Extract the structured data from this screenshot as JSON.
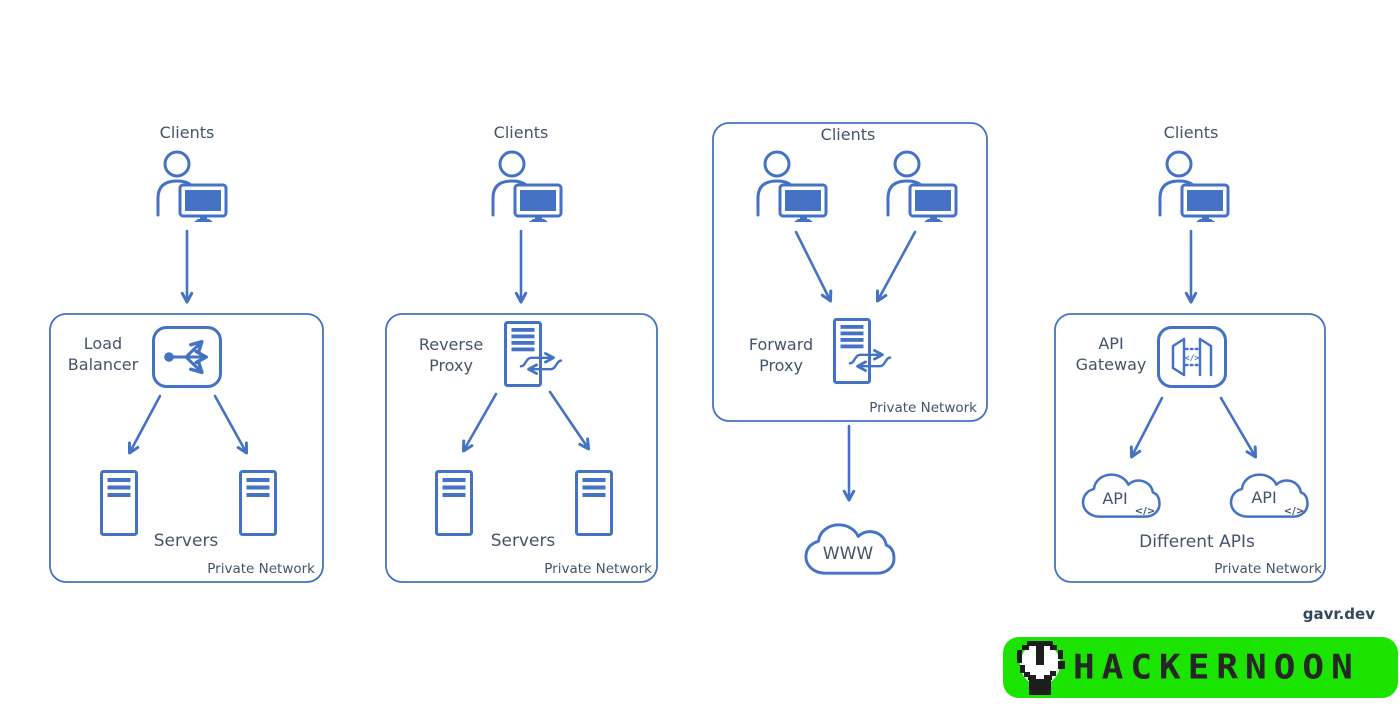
{
  "colors": {
    "accent_blue": "#4472C4",
    "text_slate": "#44546A",
    "banner_green": "#1BE400",
    "logo_dark": "#262626",
    "watermark_blue": "#33475B"
  },
  "panels": [
    {
      "id": "load-balancer",
      "clients_label": "Clients",
      "node_label": "Load Balancer",
      "servers_label": "Servers",
      "network_label": "Private Network"
    },
    {
      "id": "reverse-proxy",
      "clients_label": "Clients",
      "node_label": "Reverse Proxy",
      "servers_label": "Servers",
      "network_label": "Private Network"
    },
    {
      "id": "forward-proxy",
      "clients_label": "Clients",
      "node_label": "Forward Proxy",
      "network_label": "Private Network",
      "www_label": "WWW"
    },
    {
      "id": "api-gateway",
      "clients_label": "Clients",
      "node_label": "API Gateway",
      "api_label": "API",
      "api_code_glyph": "</>",
      "gateway_code_glyph": "</>",
      "apis_label": "Different APIs",
      "network_label": "Private Network"
    }
  ],
  "watermark": "gavr.dev",
  "banner": {
    "wordmark": "HACKERNOON"
  }
}
